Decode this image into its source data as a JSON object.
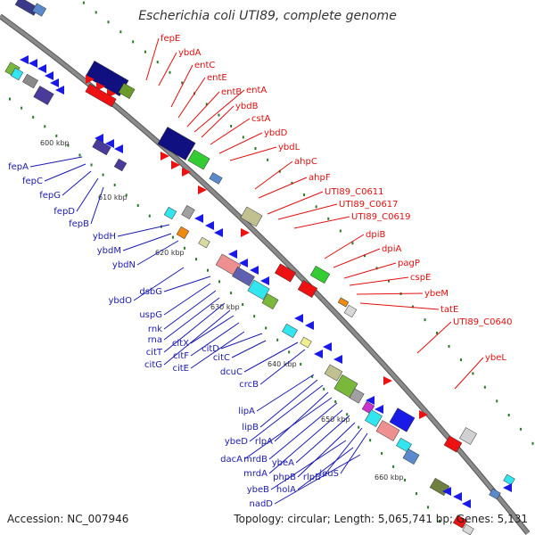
{
  "title": "Escherichia coli UTI89, complete genome",
  "footer": {
    "accession": "Accession: NC_007946",
    "summary": "Topology: circular; Length: 5,065,741 bp; Genes: 5,131"
  },
  "colors": {
    "backbone": "#8a8a8a",
    "reverse_strand": "#1a1ae6",
    "forward_strand": "#ee1111",
    "tick_dots": "#2a7a2a",
    "label_reverse": "#1a1ab0",
    "label_forward": "#e01010"
  },
  "ticks": [
    "600 kbp",
    "610 kbp",
    "620 kbp",
    "630 kbp",
    "640 kbp",
    "650 kbp",
    "660 kbp"
  ],
  "genes_reverse": [
    "fepA",
    "fepC",
    "fepG",
    "fepD",
    "fepB",
    "ybdH",
    "ybdM",
    "ybdN",
    "ybdO",
    "dsbG",
    "uspG",
    "rnk",
    "rna",
    "citT",
    "citG",
    "citX",
    "citF",
    "citE",
    "citD",
    "citC",
    "dcuC",
    "crcB",
    "lipA",
    "lipB",
    "ybeD",
    "rlpA",
    "dacA",
    "mrdB",
    "mrdA",
    "ybeA",
    "phpB",
    "rlpB",
    "leuS",
    "ybeB",
    "holA",
    "nadD"
  ],
  "genes_forward": [
    "fepE",
    "ybdA",
    "entC",
    "entE",
    "entB",
    "entA",
    "ybdB",
    "cstA",
    "ybdD",
    "ybdL",
    "ahpC",
    "ahpF",
    "UTI89_C0611",
    "UTI89_C0617",
    "UTI89_C0619",
    "dpiB",
    "dpiA",
    "pagP",
    "cspE",
    "ybeM",
    "tatE",
    "UTI89_C0640",
    "ybeL"
  ]
}
